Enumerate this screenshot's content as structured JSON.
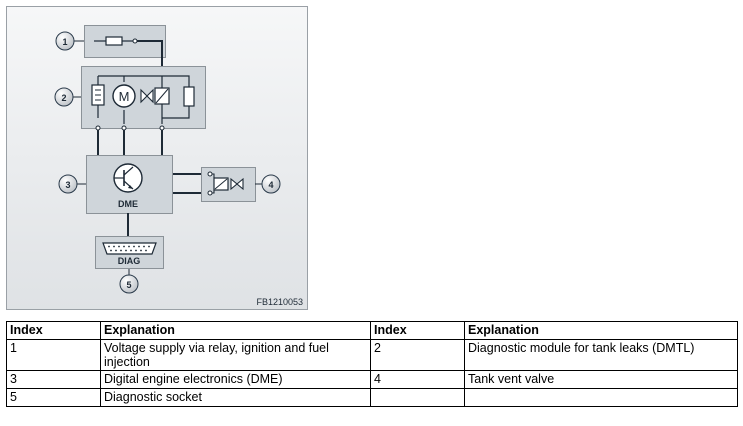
{
  "diagram": {
    "callouts": [
      "1",
      "2",
      "3",
      "4",
      "5"
    ],
    "dme_label": "DME",
    "diag_label": "DIAG",
    "motor_symbol": "M",
    "figure_code": "FB1210053"
  },
  "legend": {
    "headers": [
      "Index",
      "Explanation",
      "Index",
      "Explanation"
    ],
    "rows": [
      [
        "1",
        "Voltage supply via relay, ignition and fuel injection",
        "2",
        "Diagnostic module for tank leaks (DMTL)"
      ],
      [
        "3",
        "Digital engine electronics (DME)",
        "4",
        "Tank vent valve"
      ],
      [
        "5",
        "Diagnostic socket",
        "",
        ""
      ]
    ]
  }
}
